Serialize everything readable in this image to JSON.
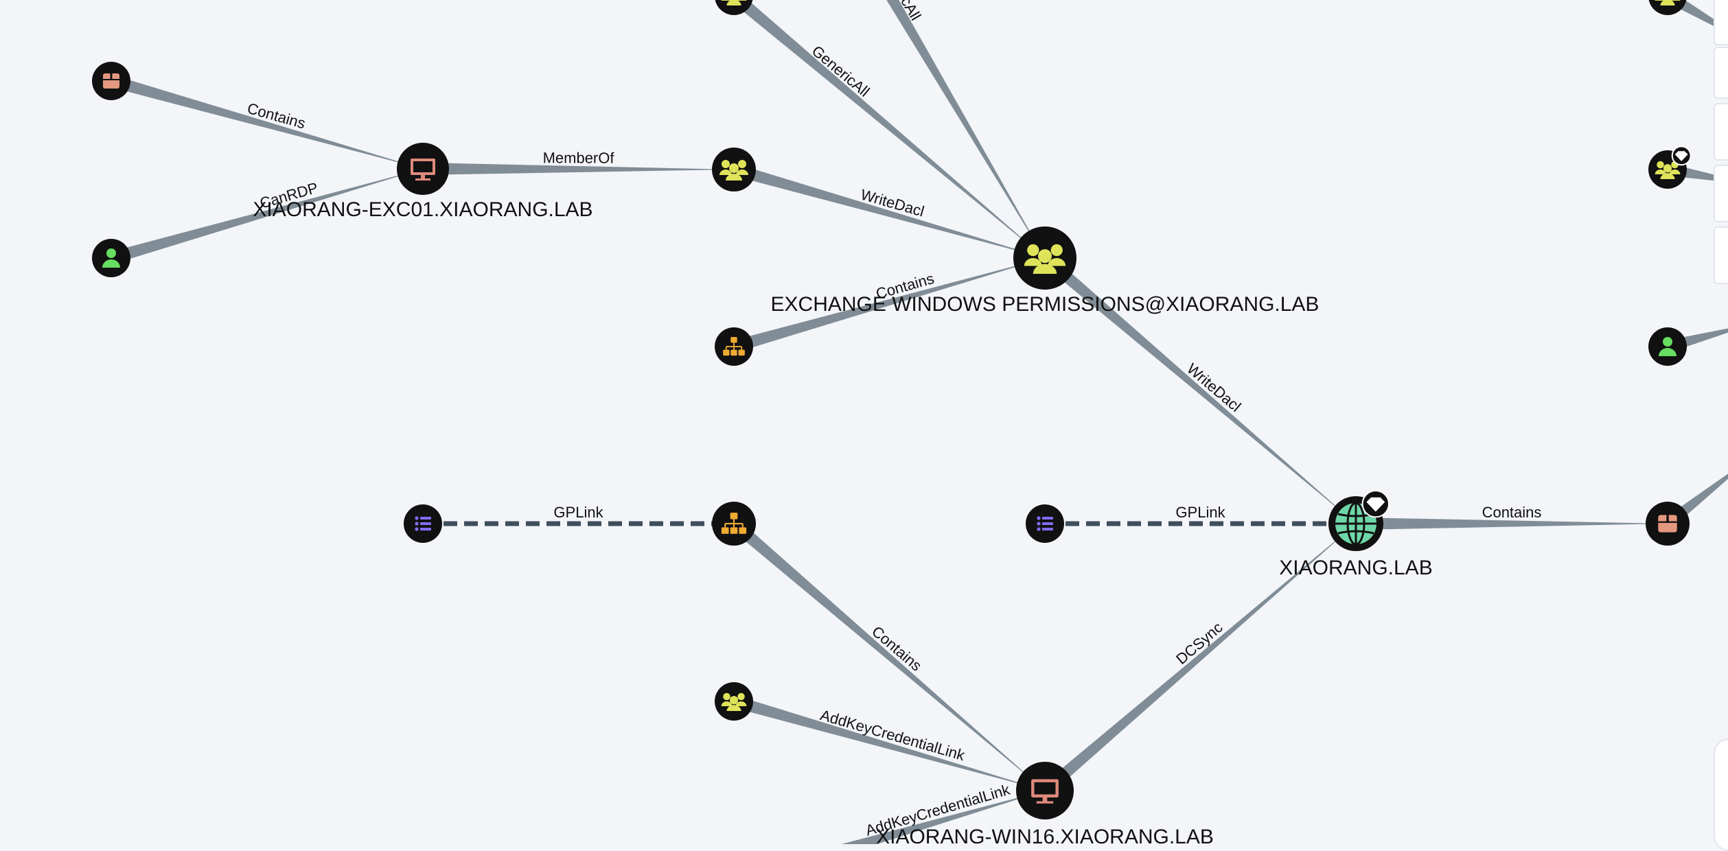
{
  "colors": {
    "background": "#f3f5f9",
    "edge": "#808d97",
    "gplink_edge": "#3f4e5c",
    "node_fill": "#111111",
    "group_icon": "#dfe35a",
    "computer_icon": "#df8a7c",
    "user_icon": "#67dd61",
    "ou_icon": "#efab32",
    "container_icon": "#e4987f",
    "gpo_icon": "#7f6df3",
    "domain_icon": "#6fd6a7"
  },
  "nodes": [
    {
      "id": "container-top-left",
      "kind": "container",
      "label": ""
    },
    {
      "id": "user-left",
      "kind": "user",
      "label": ""
    },
    {
      "id": "exc01",
      "kind": "computer",
      "label": "XIAORANG-EXC01.XIAORANG.LAB"
    },
    {
      "id": "group-topleft-edge",
      "kind": "group",
      "label": ""
    },
    {
      "id": "group-mid",
      "kind": "group",
      "label": ""
    },
    {
      "id": "ou-mid",
      "kind": "ou",
      "label": ""
    },
    {
      "id": "exch-win-perm",
      "kind": "group",
      "label": "EXCHANGE WINDOWS PERMISSIONS@XIAORANG.LAB"
    },
    {
      "id": "gpo-left",
      "kind": "gpo",
      "label": ""
    },
    {
      "id": "ou-lower",
      "kind": "ou",
      "label": ""
    },
    {
      "id": "gpo-right",
      "kind": "gpo",
      "label": ""
    },
    {
      "id": "domain",
      "kind": "domain",
      "label": "XIAORANG.LAB",
      "highvalue": true
    },
    {
      "id": "group-lower",
      "kind": "group",
      "label": ""
    },
    {
      "id": "win16",
      "kind": "computer",
      "label": "XIAORANG-WIN16.XIAORANG.LAB"
    },
    {
      "id": "container-right",
      "kind": "container",
      "label": ""
    },
    {
      "id": "group-right-top",
      "kind": "group",
      "label": ""
    },
    {
      "id": "group-right",
      "kind": "group",
      "label": "",
      "highvalue": true
    },
    {
      "id": "user-right",
      "kind": "user",
      "label": ""
    }
  ],
  "edges": [
    {
      "from": "container-top-left",
      "to": "exc01",
      "label": "Contains"
    },
    {
      "from": "user-left",
      "to": "exc01",
      "label": "CanRDP"
    },
    {
      "from": "exc01",
      "to": "group-mid",
      "label": "MemberOf"
    },
    {
      "from": "group-mid",
      "to": "exch-win-perm",
      "label": "WriteDacl"
    },
    {
      "from": "ou-mid",
      "to": "exch-win-perm",
      "label": "Contains"
    },
    {
      "from": "group-topleft-edge",
      "to": "exch-win-perm",
      "label": "GenericAll"
    },
    {
      "from": "offscreen-top",
      "to": "exch-win-perm",
      "label": "GenericAll"
    },
    {
      "from": "exch-win-perm",
      "to": "domain",
      "label": "WriteDacl"
    },
    {
      "from": "gpo-left",
      "to": "ou-lower",
      "label": "GPLink",
      "dashed": true
    },
    {
      "from": "gpo-right",
      "to": "domain",
      "label": "GPLink",
      "dashed": true
    },
    {
      "from": "domain",
      "to": "container-right",
      "label": "Contains"
    },
    {
      "from": "ou-lower",
      "to": "win16",
      "label": "Contains"
    },
    {
      "from": "group-lower",
      "to": "win16",
      "label": "AddKeyCredentialLink"
    },
    {
      "from": "offscreen-bottom-left",
      "to": "win16",
      "label": "AddKeyCredentialLink"
    },
    {
      "from": "win16",
      "to": "domain",
      "label": "DCSync"
    },
    {
      "from": "group-right",
      "to": "offscreen-right-a",
      "label": ""
    },
    {
      "from": "user-right",
      "to": "offscreen-right-b",
      "label": ""
    },
    {
      "from": "container-right",
      "to": "offscreen-right-c",
      "label": ""
    },
    {
      "from": "group-right-top",
      "to": "offscreen-right-d",
      "label": ""
    }
  ]
}
